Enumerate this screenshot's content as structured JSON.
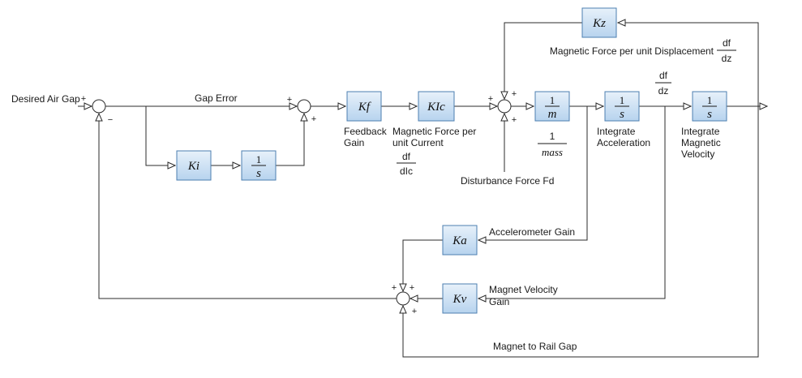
{
  "colors": {
    "block_fill_top": "#e7f1fa",
    "block_fill_bottom": "#b7d3ee",
    "block_border": "#4d7fb0",
    "wire": "#2b2b2b"
  },
  "inputs": {
    "desired_air_gap": "Desired Air Gap"
  },
  "wires": {
    "gap_error": "Gap Error",
    "disturbance_force": "Disturbance Force Fd",
    "accelerometer_gain": "Accelerometer Gain",
    "magnet_velocity_gain_line1": "Magnet Velocity",
    "magnet_velocity_gain_line2": "Gain",
    "magnet_to_rail_gap": "Magnet to Rail Gap"
  },
  "blocks": {
    "ki": {
      "label": "Ki"
    },
    "integrator1": {
      "num": "1",
      "den": "s"
    },
    "kf": {
      "label": "Kf",
      "caption_line1": "Feedback",
      "caption_line2": "Gain"
    },
    "kic": {
      "label": "KIc",
      "caption_line1": "Magnetic Force per",
      "caption_line2": "unit Current",
      "frac_num": "df",
      "frac_den": "dIc"
    },
    "inv_mass": {
      "num": "1",
      "den": "m",
      "caption_num": "1",
      "caption_den": "mass"
    },
    "integrator2": {
      "num": "1",
      "den": "s",
      "caption_line1": "Integrate",
      "caption_line2": "Acceleration"
    },
    "integrator3": {
      "num": "1",
      "den": "s",
      "caption_line1": "Integrate",
      "caption_line2": "Magnetic",
      "caption_line3": "Velocity"
    },
    "kz": {
      "label": "Kz",
      "caption": "Magnetic Force per unit Displacement",
      "frac_num": "df",
      "frac_den": "dz"
    },
    "ka": {
      "label": "Ka"
    },
    "kv": {
      "label": "Kv"
    }
  },
  "annotations": {
    "dfdz_mid": {
      "num": "df",
      "den": "dz"
    }
  },
  "signs": {
    "plus": "+",
    "minus": "−"
  }
}
